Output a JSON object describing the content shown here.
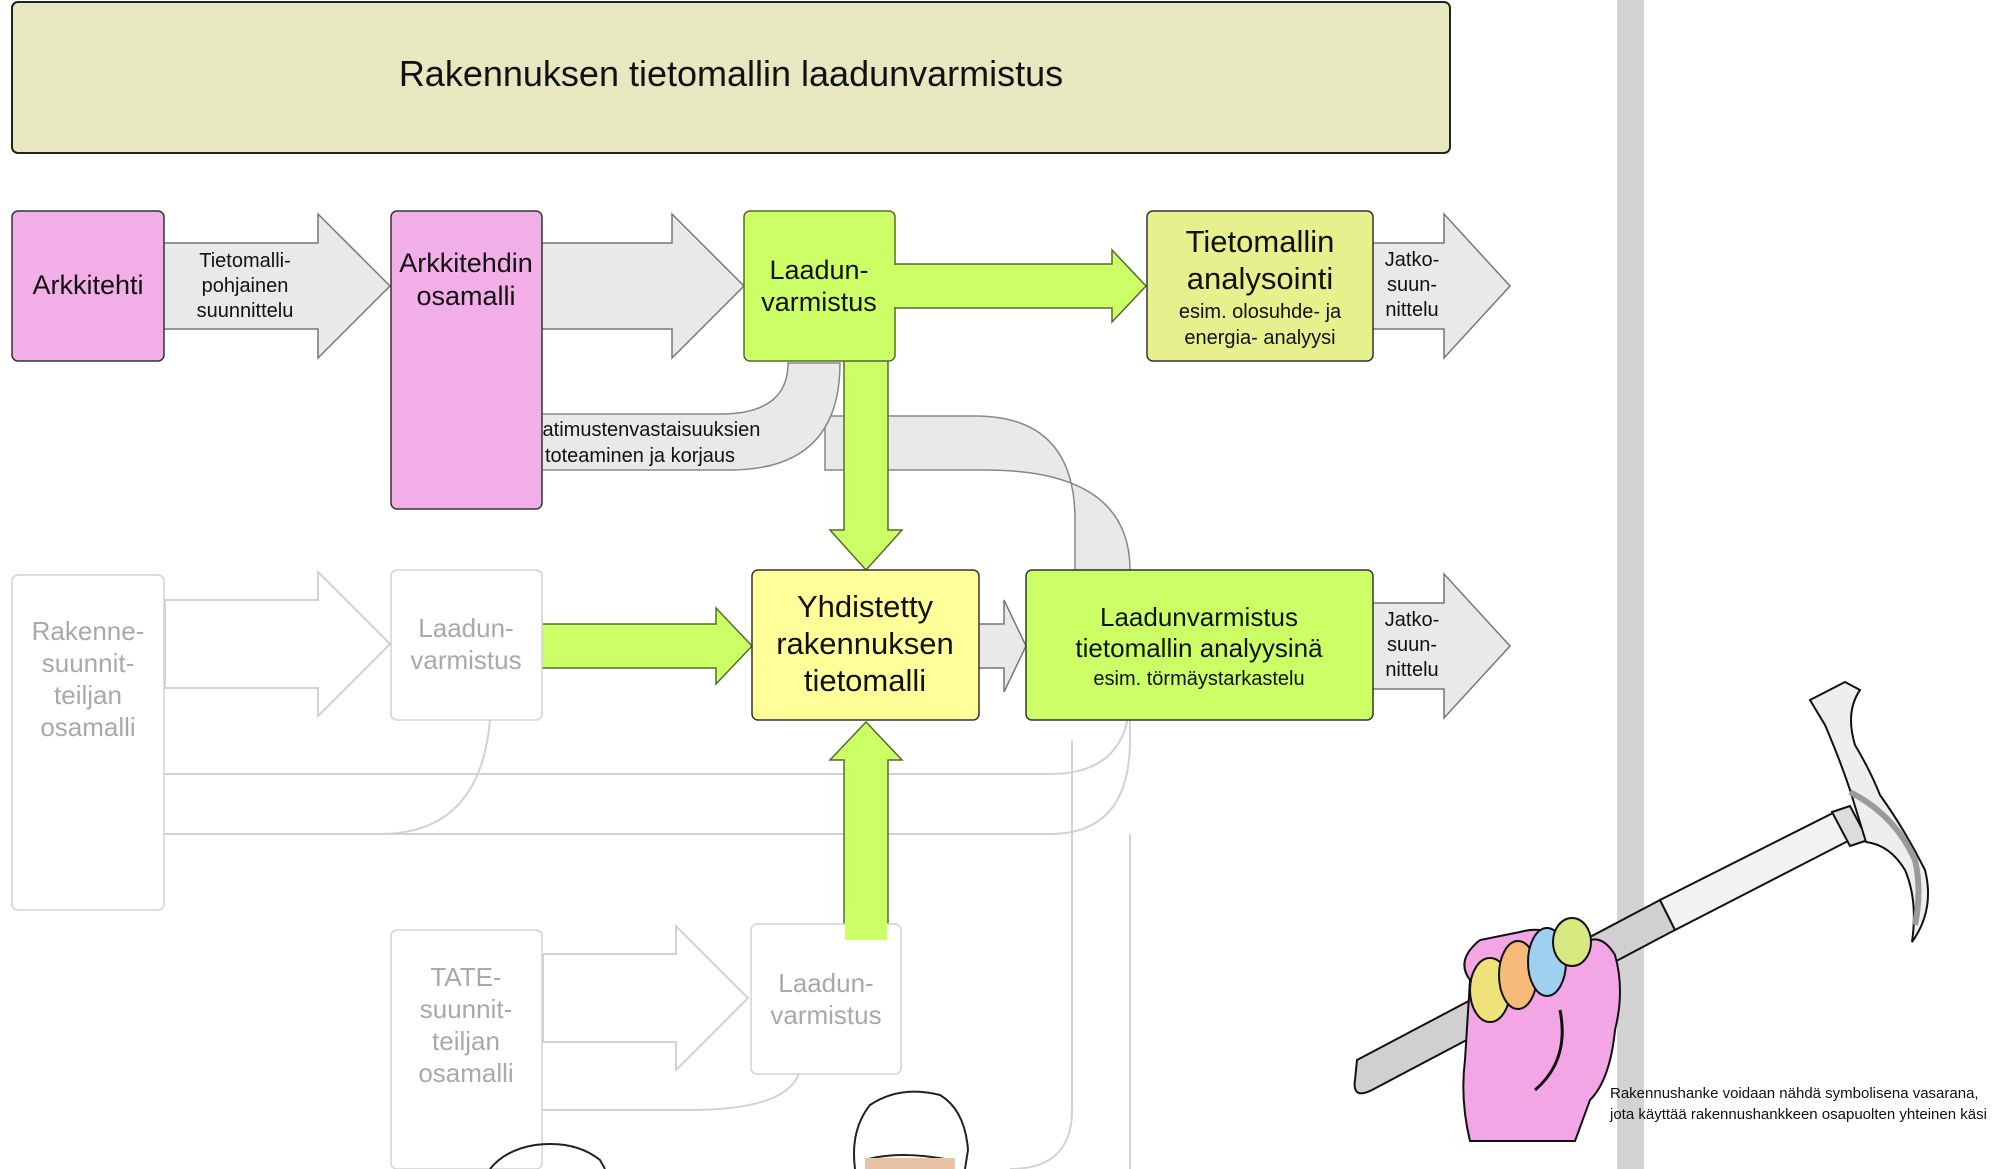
{
  "title": "Rakennuksen tietomallin laadunvarmistus",
  "nodes": {
    "arkkitehti": "Arkkitehti",
    "arkkitehdin_osamalli": [
      "Arkkitehdin",
      "osamalli"
    ],
    "laadunvarmistus_top": [
      "Laadun-",
      "varmistus"
    ],
    "tietomallin_analysointi": [
      "Tietomallin",
      "analysointi"
    ],
    "tietomallin_analysointi_sub": [
      "esim. olosuhde- ja",
      "energia- analyysi"
    ],
    "yhdistetty": [
      "Yhdistetty",
      "rakennuksen",
      "tietomalli"
    ],
    "laadunvarmistus_analyysina": [
      "Laadunvarmistus",
      "tietomallin analyysinä"
    ],
    "laadunvarmistus_analyysina_sub": "esim. törmäystarkastelu",
    "rakenne": [
      "Rakenne-",
      "suunnit-",
      "teiljan",
      "osamalli"
    ],
    "laadunvarmistus_rakenne": [
      "Laadun-",
      "varmistus"
    ],
    "tate": [
      "TATE-",
      "suunnit-",
      "teiljan",
      "osamalli"
    ],
    "laadunvarmistus_tate": [
      "Laadun-",
      "varmistus"
    ]
  },
  "arrows": {
    "tietomallipohjainen": [
      "Tietomalli-",
      "pohjainen",
      "suunnittelu"
    ],
    "jatko_top": [
      "Jatko-",
      "suun-",
      "nittelu"
    ],
    "jatko_mid": [
      "Jatko-",
      "suun-",
      "nittelu"
    ],
    "vaatimusten": [
      "Vaatimustenvastaisuuksien",
      "toteaminen ja korjaus"
    ]
  },
  "caption": [
    "Rakennushanke voidaan nähdä symbolisena vasarana,",
    "jota käyttää rakennushankkeen osapuolten yhteinen käsi"
  ],
  "colors": {
    "title_bg": "#e8e8c0",
    "pink": "#f2aee6",
    "green": "#ccff66",
    "green_pale": "#e6f08c",
    "yellow": "#ffff99",
    "grey_arrow": "#e9e9e9",
    "faded_stroke": "#cfcfcf",
    "side_bar": "#d3d3d3"
  }
}
